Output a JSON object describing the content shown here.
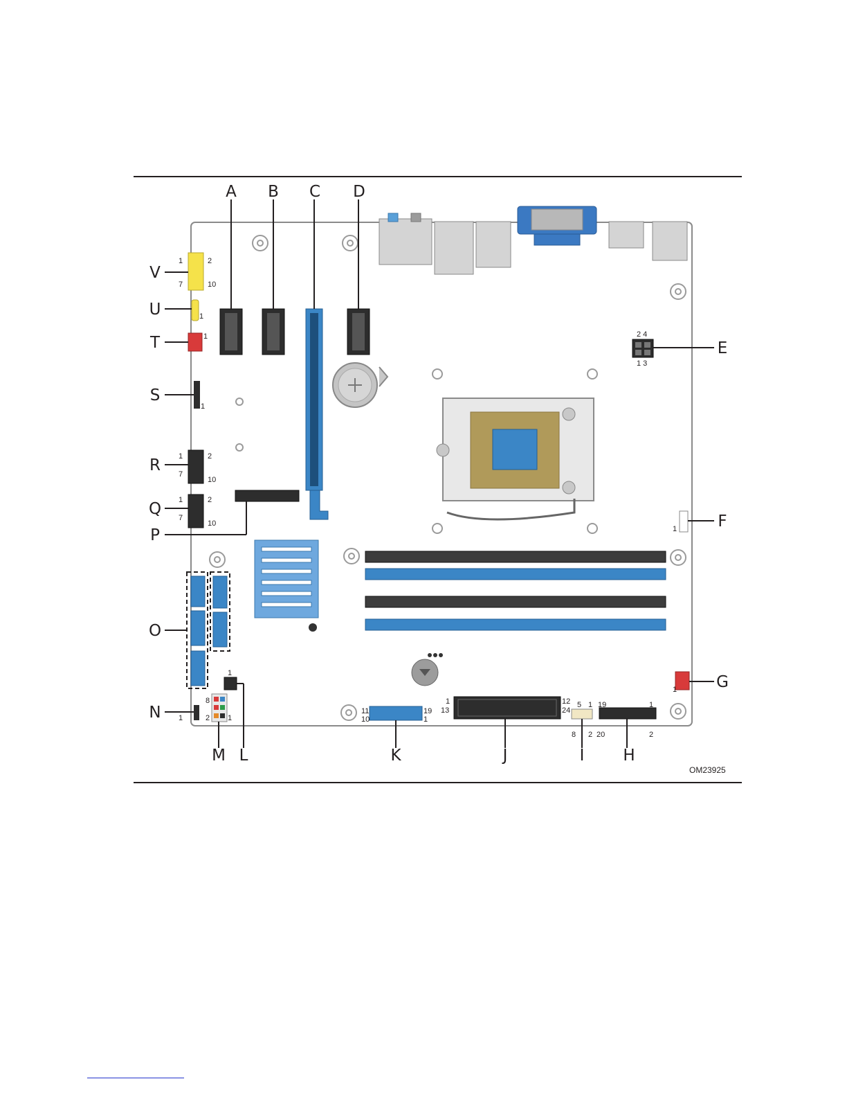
{
  "figure": {
    "reference_code": "OM23925",
    "callouts": {
      "A": "A",
      "B": "B",
      "C": "C",
      "D": "D",
      "E": "E",
      "F": "F",
      "G": "G",
      "H": "H",
      "I": "I",
      "J": "J",
      "K": "K",
      "L": "L",
      "M": "M",
      "N": "N",
      "O": "O",
      "P": "P",
      "Q": "Q",
      "R": "R",
      "S": "S",
      "T": "T",
      "U": "U",
      "V": "V"
    },
    "pin_labels": {
      "V_tl": "1",
      "V_tr": "2",
      "V_bl": "7",
      "V_br": "10",
      "U": "1",
      "T": "1",
      "S": "1",
      "R_tl": "1",
      "R_tr": "2",
      "R_bl": "7",
      "R_br": "10",
      "Q_tl": "1",
      "Q_tr": "2",
      "Q_bl": "7",
      "Q_br": "10",
      "E_t": "2 4",
      "E_b": "1 3",
      "F": "1",
      "G": "1",
      "N": "1",
      "L": "1",
      "M_8": "8",
      "M_2": "2",
      "M_1": "1",
      "K_11": "11",
      "K_19": "19",
      "K_10": "10",
      "K_1": "1",
      "J_1": "1",
      "J_13": "13",
      "J_12": "12",
      "J_24": "24",
      "I_5": "5",
      "I_1": "1",
      "I_8": "8",
      "I_2": "2",
      "H_19": "19",
      "H_1": "1",
      "H_20": "20",
      "H_2": "2"
    }
  }
}
